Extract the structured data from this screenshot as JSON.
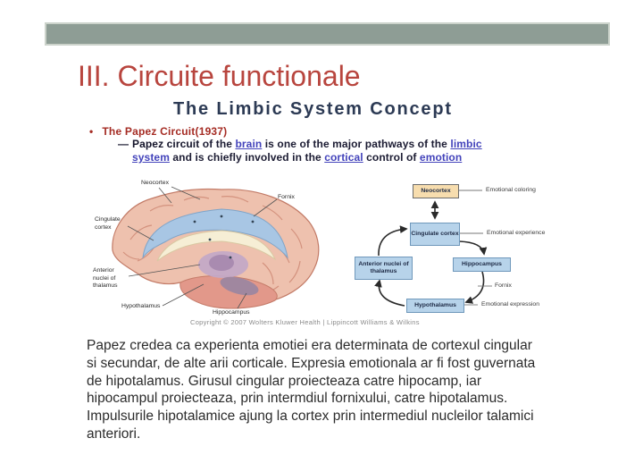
{
  "slide": {
    "title": "III. Circuite functionale",
    "subtitle": "The Limbic System Concept"
  },
  "papez": {
    "bullet_marker": "•",
    "heading": "The Papez Circuit(1937)",
    "dash": "—",
    "line1_bold": "Papez circuit",
    "line1_t1": " of the ",
    "link_brain": "brain",
    "line1_t2": " is one of the major pathways of the ",
    "link_limbic": "limbic",
    "link_system": "system",
    "line2_t1": " and is chiefly involved in the ",
    "link_cortical": "cortical",
    "line2_t2": " control of ",
    "link_emotion": "emotion"
  },
  "brain_figure": {
    "labels": {
      "neocortex": "Neocortex",
      "fornix": "Fornix",
      "cingulate_cortex": "Cingulate cortex",
      "anterior_nuclei": "Anterior nuclei of thalamus",
      "hypothalamus": "Hypothalamus",
      "hippocampus": "Hippocampus"
    },
    "copyright": "Copyright © 2007 Wolters Kluwer Health | Lippincott Williams & Wilkins"
  },
  "flowchart": {
    "boxes": {
      "neocortex": "Neocortex",
      "cingulate_cortex": "Cingulate cortex",
      "anterior_nuclei": "Anterior nuclei of thalamus",
      "hippocampus": "Hippocampus",
      "hypothalamus": "Hypothalamus"
    },
    "side_labels": {
      "emotional_coloring": "Emotional coloring",
      "emotional_experience": "Emotional experience",
      "fornix": "Fornix",
      "emotional_expression": "Emotional expression"
    }
  },
  "paragraph": {
    "lines": [
      "Papez credea ca experienta emotiei era determinata de cortexul cingular",
      "si secundar, de alte arii corticale. Expresia emotionala ar fi fost guvernata",
      "de hipotalamus. Girusul cingular proiecteaza catre hipocamp, iar",
      "hipocampul proiecteaza, prin intermdiul fornixului, catre hipotalamus.",
      "Impulsurile hipotalamice ajung la cortex prin intermediul nucleilor talamici",
      "anteriori."
    ]
  },
  "colors": {
    "title_red": "#b8453e",
    "subtitle_navy": "#2c3a54",
    "heading_red": "#a52c24",
    "link_blue": "#4343bb",
    "bar_gray_green": "#8e9d95",
    "flow_box_blue": "#b7d3ea",
    "flow_box_tan": "#f7ddae"
  }
}
